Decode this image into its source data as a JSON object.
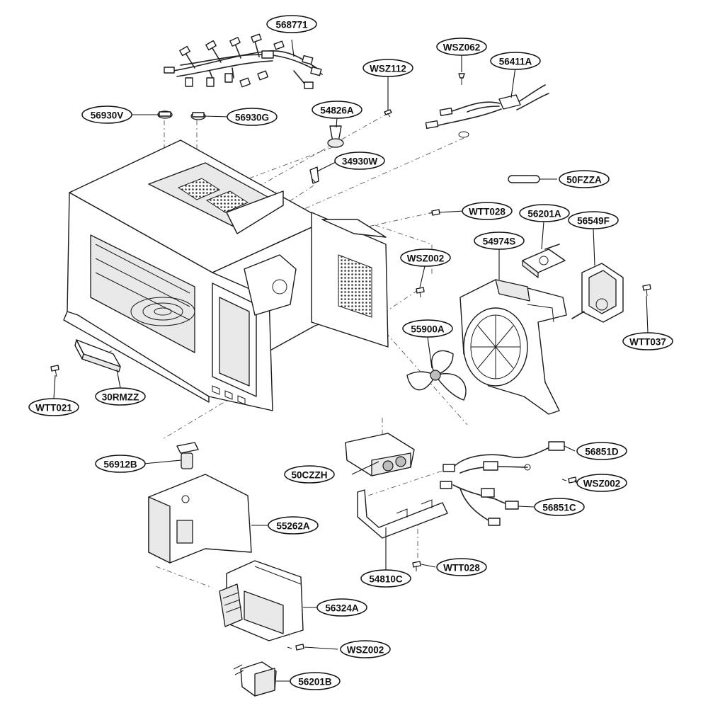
{
  "diagram": {
    "callouts": [
      {
        "id": "568771",
        "text": "568771"
      },
      {
        "id": "wsz062",
        "text": "WSZ062"
      },
      {
        "id": "56411a",
        "text": "56411A"
      },
      {
        "id": "wsz112",
        "text": "WSZ112"
      },
      {
        "id": "56930v",
        "text": "56930V"
      },
      {
        "id": "56930g",
        "text": "56930G"
      },
      {
        "id": "54826a",
        "text": "54826A"
      },
      {
        "id": "34930w",
        "text": "34930W"
      },
      {
        "id": "50fzza",
        "text": "50FZZA"
      },
      {
        "id": "wtt028-top",
        "text": "WTT028"
      },
      {
        "id": "56201a",
        "text": "56201A"
      },
      {
        "id": "56549f",
        "text": "56549F"
      },
      {
        "id": "54974s",
        "text": "54974S"
      },
      {
        "id": "wsz002-mid",
        "text": "WSZ002"
      },
      {
        "id": "55900a",
        "text": "55900A"
      },
      {
        "id": "wtt037",
        "text": "WTT037"
      },
      {
        "id": "wtt021",
        "text": "WTT021"
      },
      {
        "id": "30rmzz",
        "text": "30RMZZ"
      },
      {
        "id": "56912b",
        "text": "56912B"
      },
      {
        "id": "56851d",
        "text": "56851D"
      },
      {
        "id": "50czzh",
        "text": "50CZZH"
      },
      {
        "id": "wsz002-right",
        "text": "WSZ002"
      },
      {
        "id": "56851c",
        "text": "56851C"
      },
      {
        "id": "55262a",
        "text": "55262A"
      },
      {
        "id": "wtt028-bottom",
        "text": "WTT028"
      },
      {
        "id": "54810c",
        "text": "54810C"
      },
      {
        "id": "56324a",
        "text": "56324A"
      },
      {
        "id": "wsz002-bottom",
        "text": "WSZ002"
      },
      {
        "id": "56201b",
        "text": "56201B"
      }
    ]
  }
}
